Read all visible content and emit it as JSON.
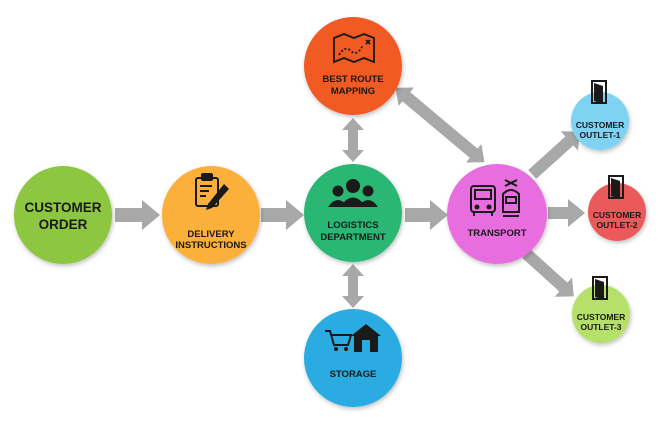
{
  "colors": {
    "arrow": "#A8A8A8",
    "customer_order": "#8DC63F",
    "delivery_instructions": "#FBB03B",
    "logistics_department": "#2BB673",
    "best_route_mapping": "#F15A24",
    "storage": "#29ABE2",
    "transport": "#E86EE0",
    "outlet_1": "#7FD3F2",
    "outlet_2": "#EB5A5A",
    "outlet_3": "#B5E06A",
    "icon": "#1A1A1A"
  },
  "nodes": {
    "customer_order": {
      "line1": "CUSTOMER",
      "line2": "ORDER",
      "icon": "none"
    },
    "delivery_instructions": {
      "line1": "DELIVERY",
      "line2": "INSTRUCTIONS",
      "icon": "clipboard-pen-icon"
    },
    "logistics_department": {
      "line1": "LOGISTICS",
      "line2": "DEPARTMENT",
      "icon": "people-group-icon"
    },
    "best_route_mapping": {
      "line1": "BEST ROUTE",
      "line2": "MAPPING",
      "icon": "route-map-icon"
    },
    "storage": {
      "line1": "STORAGE",
      "icon": "cart-warehouse-icon"
    },
    "transport": {
      "line1": "TRANSPORT",
      "icon": "truck-train-icon"
    },
    "outlet_1": {
      "line1": "CUSTOMER",
      "line2": "OUTLET-1",
      "icon": "door-icon"
    },
    "outlet_2": {
      "line1": "CUSTOMER",
      "line2": "OUTLET-2",
      "icon": "door-icon"
    },
    "outlet_3": {
      "line1": "CUSTOMER",
      "line2": "OUTLET-3",
      "icon": "door-icon"
    }
  }
}
